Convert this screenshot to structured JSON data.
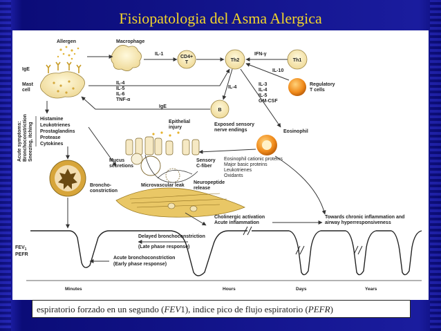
{
  "slide": {
    "title": "Fisiopatologia del Asma Alergica",
    "caption_parts": [
      "espiratorio forzado en un segundo (",
      "FEV",
      "1), indice pico de flujo espiratorio (",
      "PEFR",
      ")"
    ]
  },
  "diagram": {
    "cells": {
      "allergen": "Allergen",
      "macrophage": "Macrophage",
      "cd4_line1": "CD4+",
      "cd4_line2": "T",
      "th2": "Th2",
      "th1": "Th1",
      "b_cell": "B",
      "ige": "IgE",
      "mast_line1": "Mast",
      "mast_line2": "cell",
      "regulatory_line1": "Regulatory",
      "regulatory_line2": "T cells",
      "eosinophil": "Eosinophil"
    },
    "cytokines": {
      "il1": "IL-1",
      "ifn_gamma": "IFN-γ",
      "il10": "IL-10",
      "mast_cytokines": [
        "IL-4",
        "IL-5",
        "IL-6",
        "TNF-α"
      ],
      "il4": "IL-4",
      "ige_arrow": "IgE",
      "th2_cytokines": [
        "IL-3",
        "IL-4",
        "IL-5",
        "GM-CSF"
      ]
    },
    "mediators": [
      "Histamine",
      "Leukotrienes",
      "Prostaglandins",
      "Protease",
      "Cytokines"
    ],
    "acute_symptoms": [
      "Acute symptoms:",
      "Bronchoconstriction",
      "Sneezing, itching"
    ],
    "airway": {
      "epithelial_injury": [
        "Epithelial",
        "injury"
      ],
      "exposed_nerve": [
        "Exposed sensory",
        "nerve endings"
      ],
      "mucus": [
        "Mucus",
        "secretions"
      ],
      "sensory": [
        "Sensory",
        "C-fiber"
      ],
      "microvascular": "Microvascular leak",
      "neuropeptide": [
        "Neuropeptide",
        "release"
      ],
      "bronchoconstriction": [
        "Broncho-",
        "constriction"
      ],
      "eosinophil_products": [
        "Eosinophil cationic proteins",
        "Major basic proteins",
        "Leukotrienes",
        "Oxidants"
      ]
    },
    "timecourse": {
      "cholinergic": "Cholinergic activation",
      "acute_inflammation": "Acute inflammation",
      "chronic_line1": "Towards chronic inflammation and",
      "chronic_line2": "airway hyperresponsiveness",
      "delayed_line1": "Delayed bronchoconstriction",
      "delayed_line2": "(Late phase response)",
      "acute_line1": "Acute bronchoconstriction",
      "acute_line2": "(Early phase response)",
      "y_label_parts": [
        "FEV",
        "1"
      ],
      "y_label2": "PEFR",
      "x_labels": [
        "Minutes",
        "Hours",
        "Days",
        "Years"
      ]
    }
  }
}
